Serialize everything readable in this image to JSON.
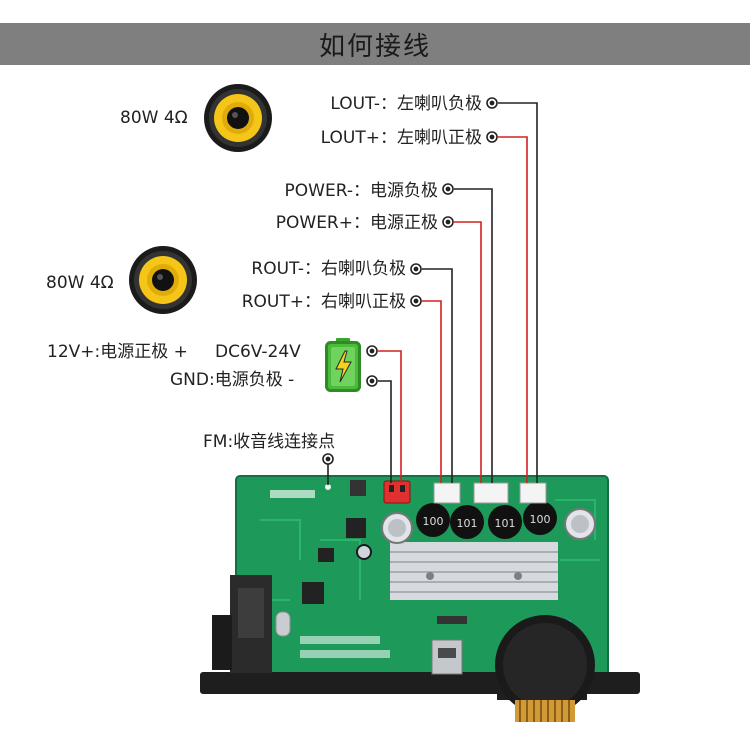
{
  "header": {
    "title": "如何接线"
  },
  "speakers": [
    {
      "label": "80W 4Ω"
    },
    {
      "label": "80W 4Ω"
    }
  ],
  "terminals": {
    "lout_neg": "LOUT-：左喇叭负极",
    "lout_pos": "LOUT+：左喇叭正极",
    "power_neg": "POWER-：电源负极",
    "power_pos": "POWER+：电源正极",
    "rout_neg": "ROUT-：右喇叭负极",
    "rout_pos": "ROUT+：右喇叭正极"
  },
  "power_input": {
    "positive": "12V+:电源正极 +",
    "voltage": "DC6V-24V",
    "negative": "GND:电源负极 -"
  },
  "fm": {
    "label": "FM:收音线连接点"
  },
  "board": {
    "caps": [
      "100",
      "101",
      "101",
      "100"
    ]
  },
  "colors": {
    "wire_red": "#d42020",
    "wire_black": "#222222",
    "pcb_green": "#1d9a5a",
    "speaker_yellow": "#f5c518",
    "battery_green": "#4cbb3c"
  }
}
